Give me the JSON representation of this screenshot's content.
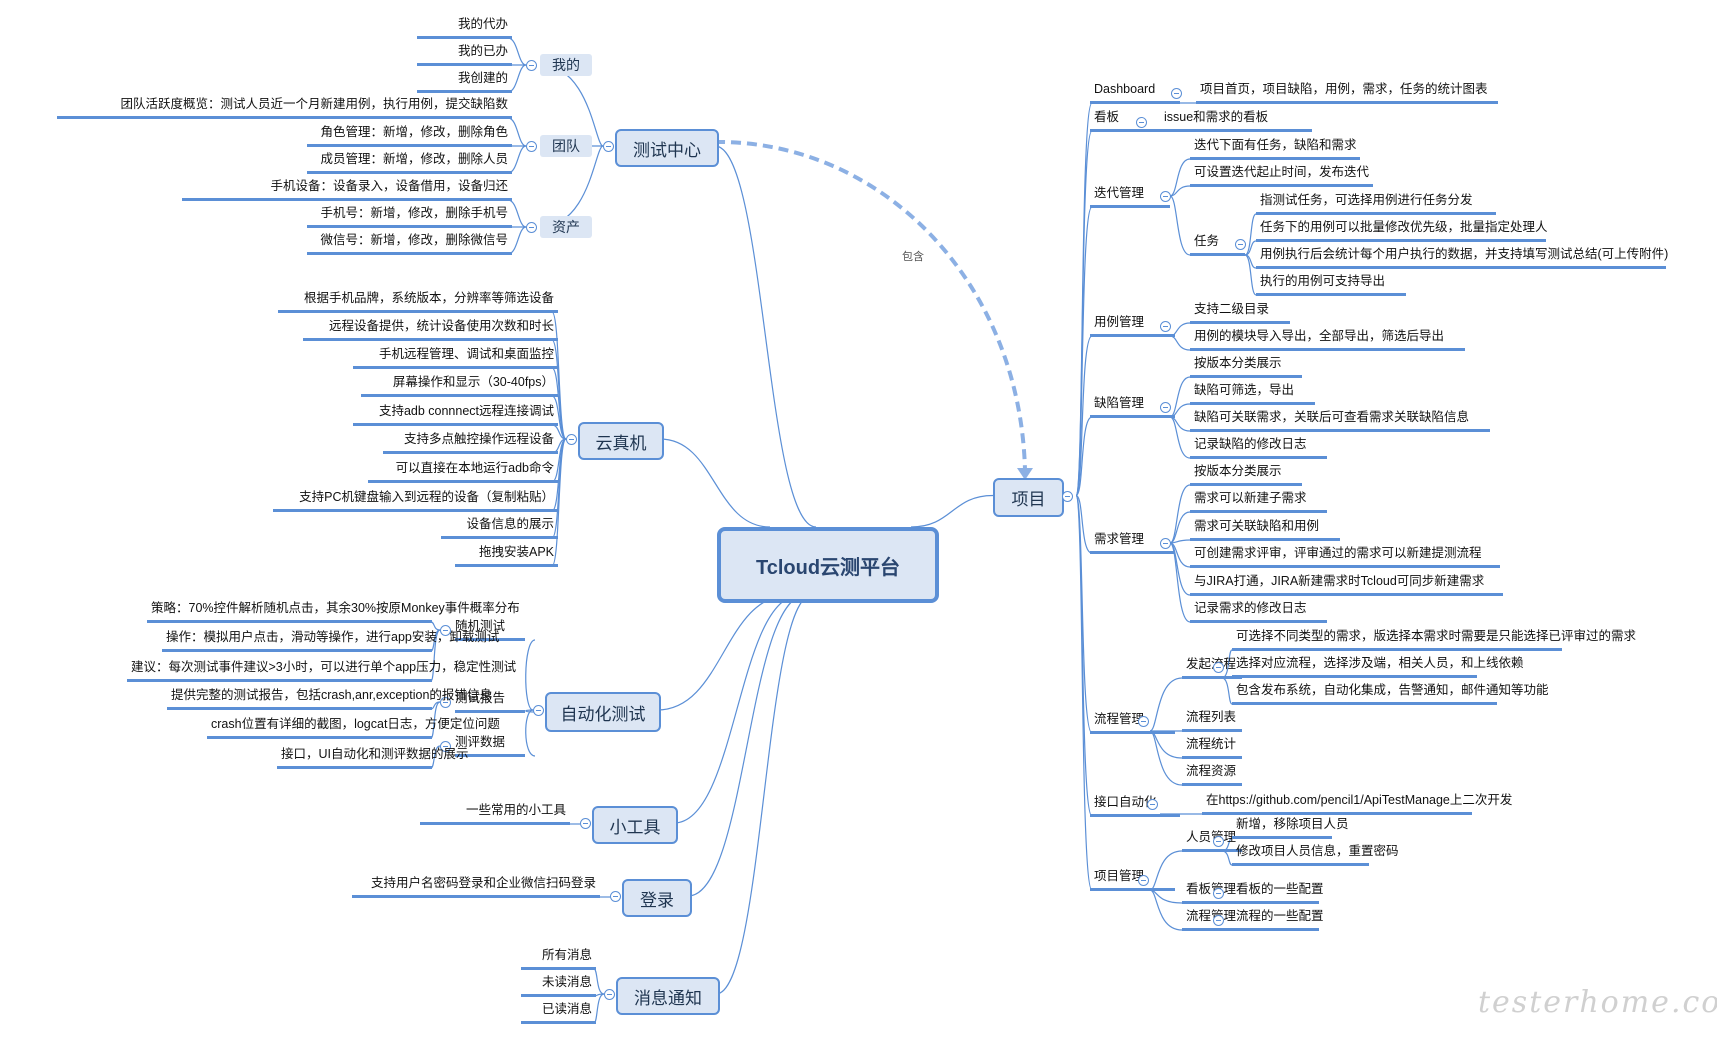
{
  "root": {
    "label": "Tcloud云测平台"
  },
  "relation": {
    "label": "包含",
    "from": "测试中心",
    "to": "项目"
  },
  "watermark": "testerhome.com",
  "colors": {
    "line": "#5b8fd6",
    "node_fill": "#dce6f4",
    "dashed": "#8cb0e4"
  },
  "left": {
    "test_center": {
      "label": "测试中心",
      "groups": [
        {
          "label": "我的",
          "items": [
            "我的代办",
            "我的已办",
            "我创建的"
          ]
        },
        {
          "label": "团队",
          "items": [
            "团队活跃度概览：测试人员近一个月新建用例，执行用例，提交缺陷数",
            "角色管理：新增，修改，删除角色",
            "成员管理：新增，修改，删除人员"
          ]
        },
        {
          "label": "资产",
          "items": [
            "手机设备：设备录入，设备借用，设备归还",
            "手机号：新增，修改，删除手机号",
            "微信号：新增，修改，删除微信号"
          ]
        }
      ]
    },
    "cloud_device": {
      "label": "云真机",
      "items": [
        "根据手机品牌，系统版本，分辨率等筛选设备",
        "远程设备提供，统计设备使用次数和时长",
        "手机远程管理、调试和桌面监控",
        "屏幕操作和显示（30-40fps）",
        "支持adb connnect远程连接调试",
        "支持多点触控操作远程设备",
        "可以直接在本地运行adb命令",
        "支持PC机键盘输入到远程的设备（复制粘贴）",
        "设备信息的展示",
        "拖拽安装APK"
      ]
    },
    "automation": {
      "label": "自动化测试",
      "groups": [
        {
          "label": "随机测试",
          "items": [
            "策略：70%控件解析随机点击，其余30%按原Monkey事件概率分布",
            "操作：模拟用户点击，滑动等操作，进行app安装，卸载测试",
            "建议：每次测试事件建议>3小时，可以进行单个app压力，稳定性测试"
          ]
        },
        {
          "label": "测试报告",
          "items": [
            "提供完整的测试报告，包括crash,anr,exception的报错信息",
            "crash位置有详细的截图，logcat日志，方便定位问题"
          ]
        },
        {
          "label": "测评数据",
          "items": [
            "接口，UI自动化和测评数据的展示"
          ]
        }
      ]
    },
    "tools": {
      "label": "小工具",
      "items": [
        "一些常用的小工具"
      ]
    },
    "login": {
      "label": "登录",
      "items": [
        "支持用户名密码登录和企业微信扫码登录"
      ]
    },
    "notify": {
      "label": "消息通知",
      "items": [
        "所有消息",
        "未读消息",
        "已读消息"
      ]
    }
  },
  "right": {
    "project": {
      "label": "项目",
      "branches": [
        {
          "label": "Dashboard",
          "items": [
            "项目首页，项目缺陷，用例，需求，任务的统计图表"
          ]
        },
        {
          "label": "看板",
          "items": [
            "issue和需求的看板"
          ]
        },
        {
          "label": "迭代管理",
          "items": [
            "迭代下面有任务，缺陷和需求",
            "可设置迭代起止时间，发布迭代"
          ],
          "sub": {
            "label": "任务",
            "items": [
              "指测试任务，可选择用例进行任务分发",
              "任务下的用例可以批量修改优先级，批量指定处理人",
              "用例执行后会统计每个用户执行的数据，并支持填写测试总结(可上传附件)",
              "执行的用例可支持导出"
            ]
          }
        },
        {
          "label": "用例管理",
          "items": [
            "支持二级目录",
            "用例的模块导入导出，全部导出，筛选后导出"
          ]
        },
        {
          "label": "缺陷管理",
          "items": [
            "按版本分类展示",
            "缺陷可筛选，导出",
            "缺陷可关联需求，关联后可查看需求关联缺陷信息",
            "记录缺陷的修改日志"
          ]
        },
        {
          "label": "需求管理",
          "items": [
            "按版本分类展示",
            "需求可以新建子需求",
            "需求可关联缺陷和用例",
            "可创建需求评审，评审通过的需求可以新建提测流程",
            "与JIRA打通，JIRA新建需求时Tcloud可同步新建需求",
            "记录需求的修改日志"
          ]
        },
        {
          "label": "流程管理",
          "sub": {
            "label": "发起流程",
            "items": [
              "可选择不同类型的需求，版选择本需求时需要是只能选择已评审过的需求",
              "选择对应流程，选择涉及端，相关人员，和上线依赖",
              "包含发布系统，自动化集成，告警通知，邮件通知等功能"
            ]
          },
          "items": [
            "流程列表",
            "流程统计",
            "流程资源"
          ]
        },
        {
          "label": "接口自动化",
          "items": [
            "在https://github.com/pencil1/ApiTestManage上二次开发"
          ]
        },
        {
          "label": "项目管理",
          "subs": [
            {
              "label": "人员管理",
              "items": [
                "新增，移除项目人员",
                "修改项目人员信息，重置密码"
              ]
            },
            {
              "label": "看板管理",
              "items": [
                "看板的一些配置"
              ]
            },
            {
              "label": "流程管理",
              "items": [
                "流程的一些配置"
              ]
            }
          ]
        }
      ]
    }
  }
}
